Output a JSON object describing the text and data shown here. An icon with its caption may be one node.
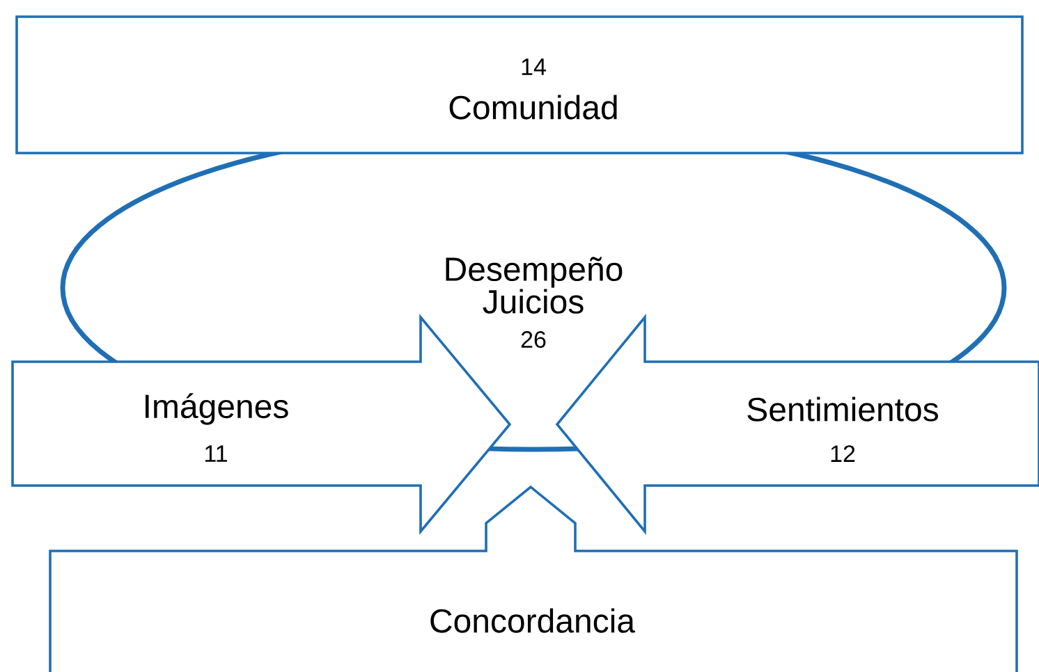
{
  "diagram": {
    "nodes": [
      {
        "text": [
          "14",
          "Comunidad"
        ]
      },
      {
        "text": [
          "Desempeño Juicios",
          "26"
        ]
      },
      {
        "text": [
          "Imágenes",
          "11"
        ]
      },
      {
        "text": [
          "Sentimientos",
          "12"
        ]
      },
      {
        "text": [
          "Concordancia"
        ]
      }
    ]
  }
}
